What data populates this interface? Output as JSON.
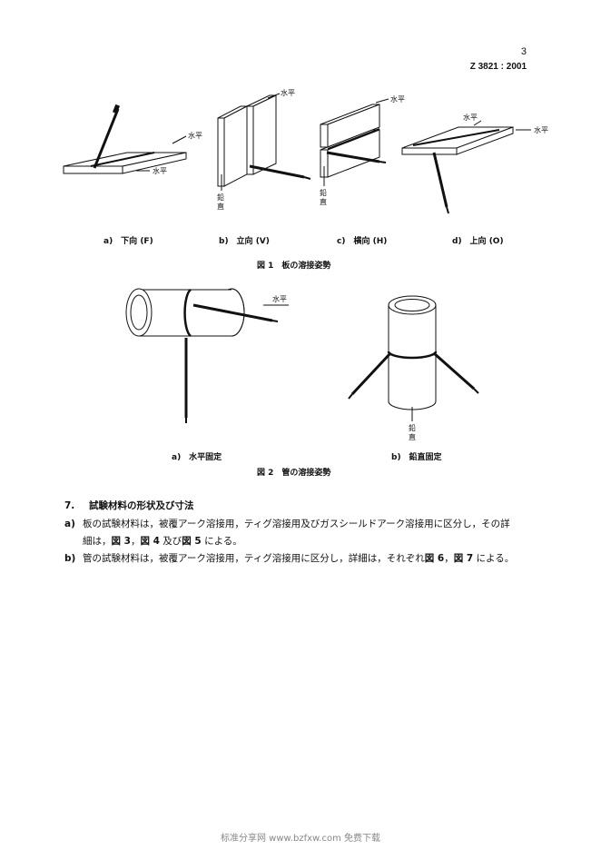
{
  "header": {
    "page_number": "3",
    "standard_code": "Z 3821 : 2001"
  },
  "figure1": {
    "caption": "図 1　板の溶接姿勢",
    "label_horizontal": "水平",
    "label_vertical": "鉛直",
    "subfigures": [
      {
        "label": "a)　下向 (F)"
      },
      {
        "label": "b)　立向 (V)"
      },
      {
        "label": "c)　横向 (H)"
      },
      {
        "label": "d)　上向 (O)"
      }
    ]
  },
  "figure2": {
    "caption": "図 2　管の溶接姿勢",
    "label_horizontal": "水平",
    "label_vertical": "鉛直",
    "subfigures": [
      {
        "label": "a)　水平固定"
      },
      {
        "label": "b)　鉛直固定"
      }
    ]
  },
  "section7": {
    "heading_number": "7.",
    "heading_text": "試験材料の形状及び寸法",
    "items": [
      {
        "marker": "a)",
        "text1": "板の試験材料は，被覆アーク溶接用，ティグ溶接用及びガスシールドアーク溶接用に区分し，その詳",
        "text2_pre": "細は，",
        "ref1": "図 3",
        "sep1": "，",
        "ref2": "図 4",
        "sep2": " 及び",
        "ref3": "図 5",
        "text2_post": " による。"
      },
      {
        "marker": "b)",
        "text_pre": "管の試験材料は，被覆アーク溶接用，ティグ溶接用に区分し，詳細は，それぞれ",
        "ref1": "図 6",
        "sep1": "，",
        "ref2": "図 7",
        "text_post": " による。"
      }
    ]
  },
  "footer": {
    "watermark": "标准分享网 www.bzfxw.com 免费下载"
  }
}
